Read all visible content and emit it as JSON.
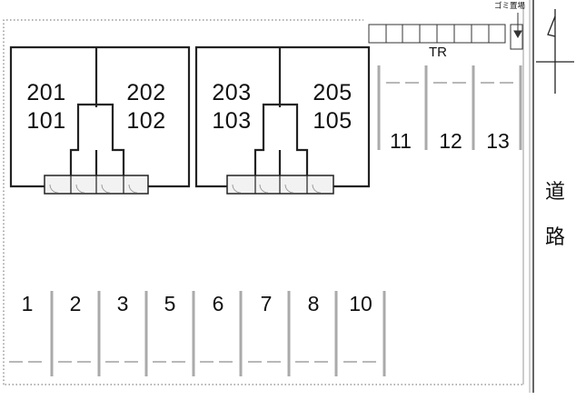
{
  "rooms": {
    "r201": "201",
    "r101": "101",
    "r202": "202",
    "r102": "102",
    "r203": "203",
    "r103": "103",
    "r205": "205",
    "r105": "105"
  },
  "parking": {
    "front_row": [
      "11",
      "12",
      "13"
    ],
    "bottom_row": [
      "1",
      "2",
      "3",
      "5",
      "6",
      "7",
      "8",
      "10"
    ]
  },
  "labels": {
    "trash": "ゴミ置場",
    "transformer": "TR",
    "road_1": "道",
    "road_2": "路"
  },
  "colors": {
    "line": "#222222",
    "dash": "#888888",
    "fill": "#f2f2f2"
  }
}
